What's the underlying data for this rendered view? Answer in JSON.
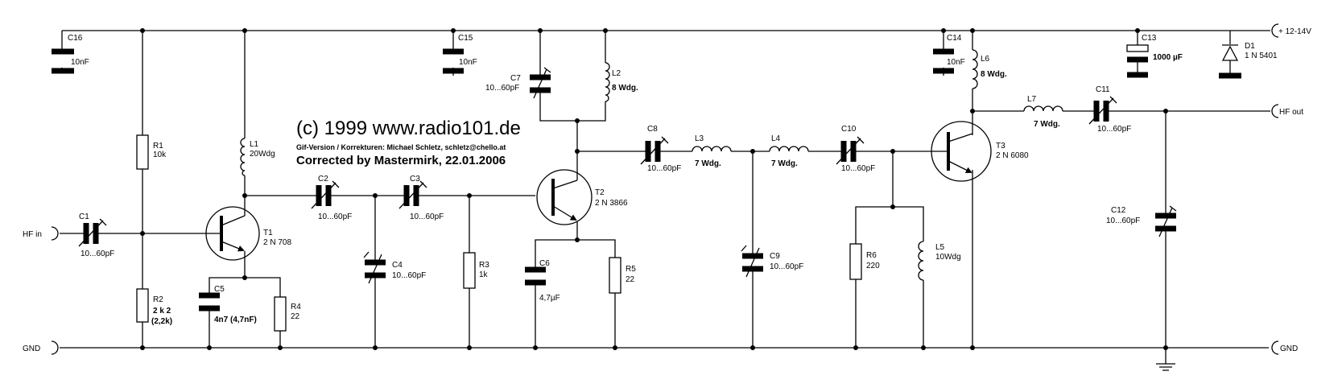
{
  "header": {
    "copyright": "(c) 1999 www.radio101.de",
    "gif_credit": "Gif-Version / Korrekturen: Michael Schletz, schletz@chello.at",
    "corrected_by": "Corrected by Mastermirk, 22.01.2006"
  },
  "ports": {
    "hf_in": "HF in",
    "gnd_left": "GND",
    "supply": "+ 12-14V",
    "hf_out": "HF out",
    "gnd_right": "GND"
  },
  "components": {
    "C16": {
      "name": "C16",
      "value": "10nF"
    },
    "R1": {
      "name": "R1",
      "value": "10k"
    },
    "R2": {
      "name": "R2",
      "value": "2 k 2",
      "value2": "(2,2k)"
    },
    "C1": {
      "name": "C1",
      "value": "10...60pF"
    },
    "L1": {
      "name": "L1",
      "value": "20Wdg"
    },
    "T1": {
      "name": "T1",
      "value": "2 N 708"
    },
    "C5": {
      "name": "C5",
      "value": "4n7 (4,7nF)"
    },
    "R4": {
      "name": "R4",
      "value": "22"
    },
    "C2": {
      "name": "C2",
      "value": "10...60pF"
    },
    "C3": {
      "name": "C3",
      "value": "10...60pF"
    },
    "C4": {
      "name": "C4",
      "value": "10...60pF"
    },
    "R3": {
      "name": "R3",
      "value": "1k"
    },
    "C15": {
      "name": "C15",
      "value": "10nF"
    },
    "C7": {
      "name": "C7",
      "value": "10...60pF"
    },
    "L2": {
      "name": "L2",
      "value": "8 Wdg."
    },
    "T2": {
      "name": "T2",
      "value": "2 N 3866"
    },
    "C6": {
      "name": "C6",
      "value": "4,7µF"
    },
    "R5": {
      "name": "R5",
      "value": "22"
    },
    "C8": {
      "name": "C8",
      "value": "10...60pF"
    },
    "L3": {
      "name": "L3",
      "value": "7 Wdg."
    },
    "L4": {
      "name": "L4",
      "value": "7 Wdg."
    },
    "C9": {
      "name": "C9",
      "value": "10...60pF"
    },
    "C10": {
      "name": "C10",
      "value": "10...60pF"
    },
    "R6": {
      "name": "R6",
      "value": "220"
    },
    "L5": {
      "name": "L5",
      "value": "10Wdg"
    },
    "C14": {
      "name": "C14",
      "value": "10nF"
    },
    "L6": {
      "name": "L6",
      "value": "8 Wdg."
    },
    "T3": {
      "name": "T3",
      "value": "2 N 6080"
    },
    "C13": {
      "name": "C13",
      "value": "1000 µF"
    },
    "D1": {
      "name": "D1",
      "value": "1 N 5401"
    },
    "L7": {
      "name": "L7",
      "value": "7 Wdg."
    },
    "C11": {
      "name": "C11",
      "value": "10...60pF"
    },
    "C12": {
      "name": "C12",
      "value": "10...60pF"
    }
  }
}
